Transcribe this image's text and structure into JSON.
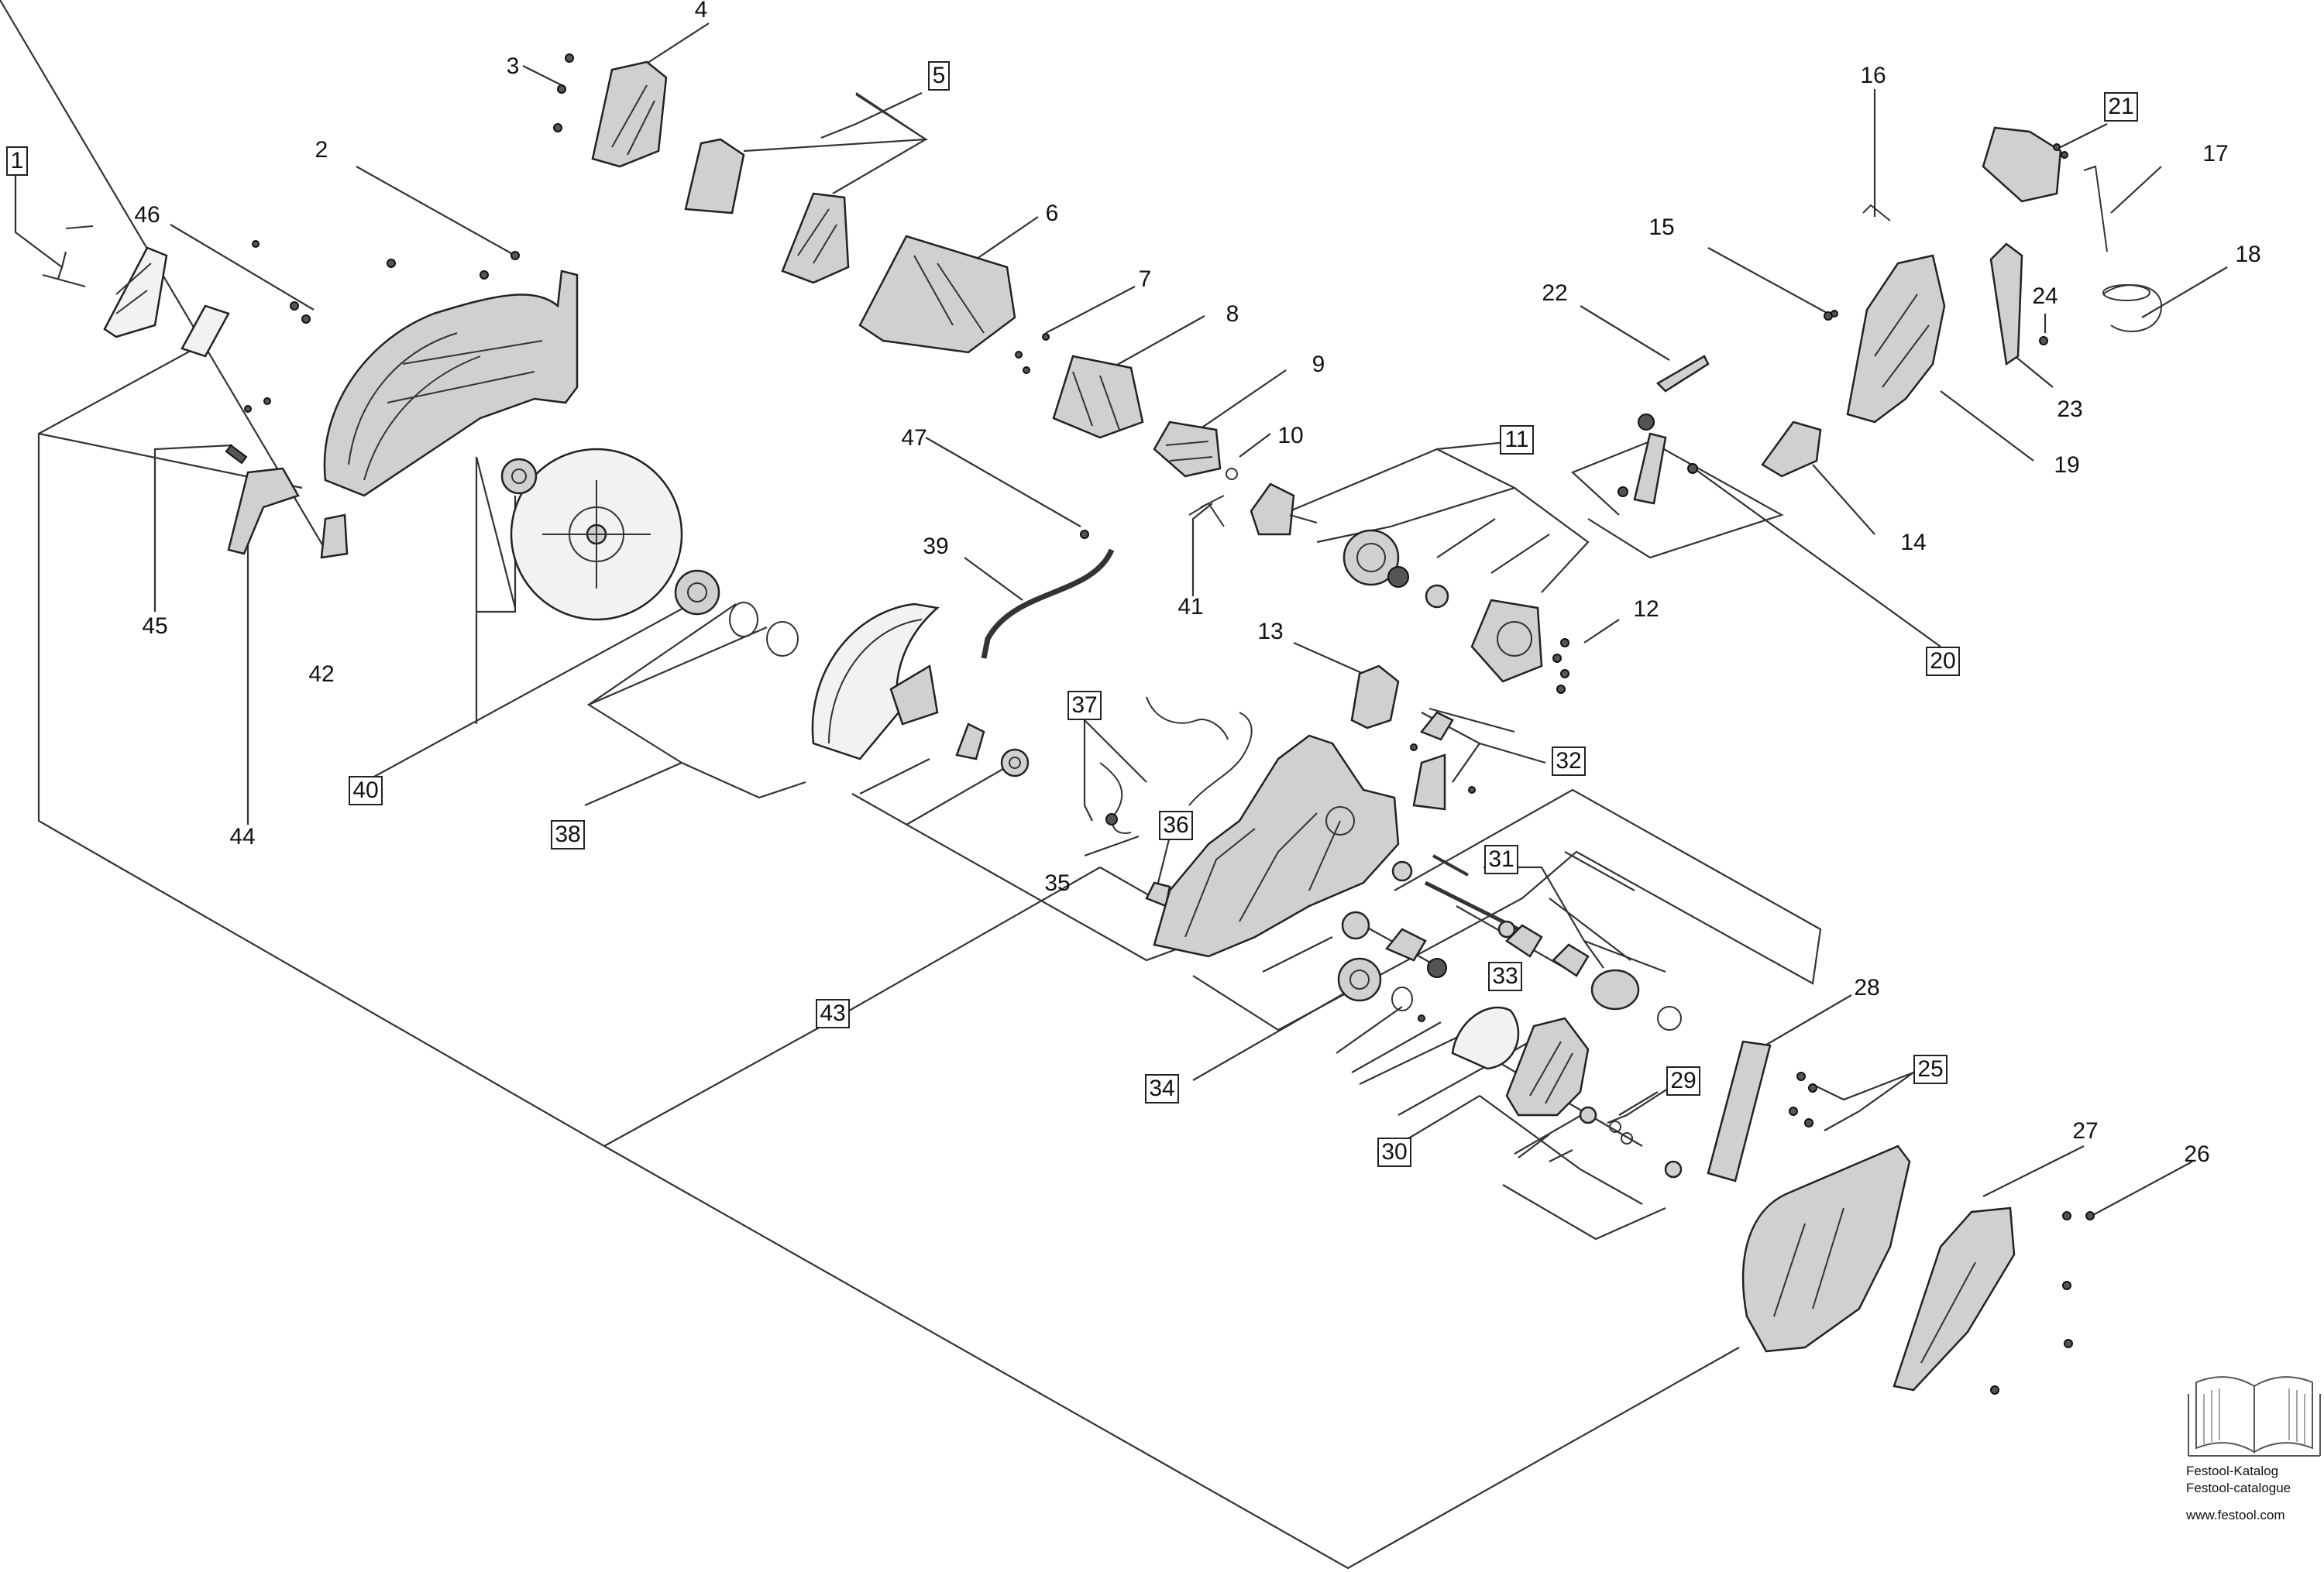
{
  "callouts": [
    {
      "num": "1",
      "boxed": true
    },
    {
      "num": "2",
      "boxed": false
    },
    {
      "num": "3",
      "boxed": false
    },
    {
      "num": "4",
      "boxed": false
    },
    {
      "num": "5",
      "boxed": true
    },
    {
      "num": "6",
      "boxed": false
    },
    {
      "num": "7",
      "boxed": false
    },
    {
      "num": "8",
      "boxed": false
    },
    {
      "num": "9",
      "boxed": false
    },
    {
      "num": "10",
      "boxed": false
    },
    {
      "num": "11",
      "boxed": true
    },
    {
      "num": "12",
      "boxed": false
    },
    {
      "num": "13",
      "boxed": false
    },
    {
      "num": "14",
      "boxed": false
    },
    {
      "num": "15",
      "boxed": false
    },
    {
      "num": "16",
      "boxed": false
    },
    {
      "num": "17",
      "boxed": false
    },
    {
      "num": "18",
      "boxed": false
    },
    {
      "num": "19",
      "boxed": false
    },
    {
      "num": "20",
      "boxed": true
    },
    {
      "num": "21",
      "boxed": true
    },
    {
      "num": "22",
      "boxed": false
    },
    {
      "num": "23",
      "boxed": false
    },
    {
      "num": "24",
      "boxed": false
    },
    {
      "num": "25",
      "boxed": true
    },
    {
      "num": "26",
      "boxed": false
    },
    {
      "num": "27",
      "boxed": false
    },
    {
      "num": "28",
      "boxed": false
    },
    {
      "num": "29",
      "boxed": true
    },
    {
      "num": "30",
      "boxed": true
    },
    {
      "num": "31",
      "boxed": true
    },
    {
      "num": "32",
      "boxed": true
    },
    {
      "num": "33",
      "boxed": true
    },
    {
      "num": "34",
      "boxed": true
    },
    {
      "num": "35",
      "boxed": false
    },
    {
      "num": "36",
      "boxed": true
    },
    {
      "num": "37",
      "boxed": true
    },
    {
      "num": "38",
      "boxed": true
    },
    {
      "num": "39",
      "boxed": false
    },
    {
      "num": "40",
      "boxed": true
    },
    {
      "num": "41",
      "boxed": false
    },
    {
      "num": "42",
      "boxed": false
    },
    {
      "num": "43",
      "boxed": true
    },
    {
      "num": "44",
      "boxed": false
    },
    {
      "num": "45",
      "boxed": false
    },
    {
      "num": "46",
      "boxed": false
    },
    {
      "num": "47",
      "boxed": false
    }
  ],
  "catalog": {
    "line1": "Festool-Katalog",
    "line2": "Festool-catalogue",
    "line3": "www.festool.com",
    "icon": "open-book-icon"
  }
}
